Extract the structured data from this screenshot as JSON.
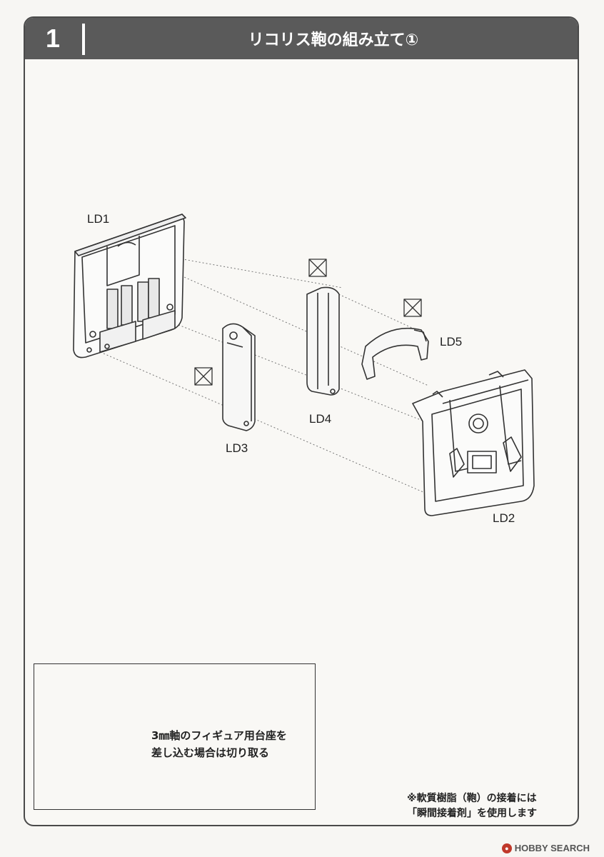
{
  "header": {
    "step_number": "1",
    "title": "リコリス鞄の組み立て①"
  },
  "parts": {
    "ld1": "LD1",
    "ld2": "LD2",
    "ld3": "LD3",
    "ld4": "LD4",
    "ld5": "LD5"
  },
  "inset": {
    "note_line1": "3㎜軸のフィギュア用台座を",
    "note_line2": "差し込む場合は切り取る"
  },
  "glue_note": {
    "line1": "※軟質樹脂（鞄）の接着には",
    "line2": "「瞬間接着剤」を使用します"
  },
  "watermark": {
    "text": "HOBBY SEARCH"
  }
}
